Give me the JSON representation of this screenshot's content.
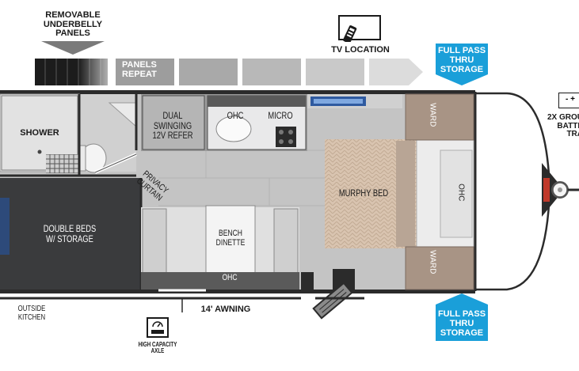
{
  "labels": {
    "removable_underbelly": [
      "REMOVABLE",
      "UNDERBELLY",
      "PANELS"
    ],
    "panels_repeat": [
      "PANELS",
      "REPEAT"
    ],
    "tv_location": "TV LOCATION",
    "full_pass_top": [
      "FULL PASS",
      "THRU",
      "STORAGE"
    ],
    "full_pass_bottom": [
      "FULL PASS",
      "THRU",
      "STORAGE"
    ],
    "batteries": [
      "2X GROU",
      "BATTE",
      "TRA"
    ],
    "shower": "SHOWER",
    "refer": [
      "DUAL SWINGING",
      "12V REFER"
    ],
    "ohc_kitchen": "OHC",
    "micro": "MICRO",
    "privacy_curtain": [
      "PRIVACY",
      "CURTAIN"
    ],
    "double_beds": [
      "DOUBLE BEDS",
      "W/ STORAGE"
    ],
    "bench_dinette": [
      "BENCH",
      "DINETTE"
    ],
    "ohc_dinette": "OHC",
    "murphy_bed": "MURPHY BED",
    "ohc_front": "OHC",
    "ward_top": "WARD",
    "ward_bottom": "WARD",
    "outside_kitchen": [
      "OUTSIDE",
      "KITCHEN"
    ],
    "awning": "14' AWNING",
    "axle": [
      "HIGH CAPACITY",
      "AXLE"
    ],
    "battery_terminals": "-  +"
  },
  "colors": {
    "blue_accent": "#1a9fd9",
    "dark_floor": "#3a3b3d",
    "floor_gray": "#c9c9c9",
    "wall": "#2b2b2b"
  },
  "icons": [
    "tv-icon",
    "scale-icon",
    "down-arrow-icon",
    "right-arrow-icon",
    "up-arrow-icon",
    "propane-tank-icon"
  ]
}
